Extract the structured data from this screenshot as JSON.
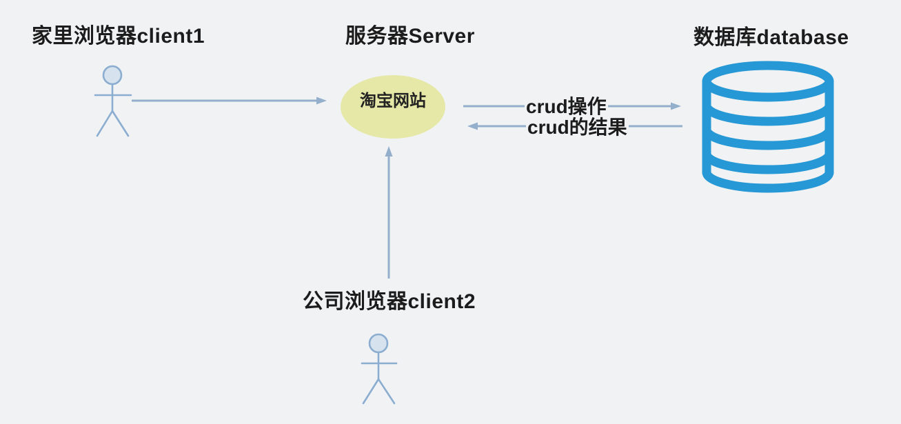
{
  "diagram": {
    "title": "client-server-database use case diagram",
    "background": "#f1f2f4",
    "colors": {
      "edge_arrow": "#93afcb",
      "actor_stroke": "#8badd0",
      "actor_head_fill": "#d6e2ee",
      "server_ellipse_fill": "#e5e8a6",
      "database_blue": "#2598d5",
      "label_text": "#1c1c1c"
    },
    "nodes": {
      "client1": {
        "label": "家里浏览器client1",
        "icon": "stick-figure-actor-icon"
      },
      "server": {
        "label": "服务器Server",
        "component": "淘宝网站",
        "shape": "ellipse"
      },
      "database": {
        "label": "数据库database",
        "icon": "database-cylinder-icon"
      },
      "client2": {
        "label": "公司浏览器client2",
        "icon": "stick-figure-actor-icon"
      }
    },
    "edges": [
      {
        "from": "client1",
        "to": "server",
        "label": ""
      },
      {
        "from": "server",
        "to": "database",
        "label": "crud操作"
      },
      {
        "from": "database",
        "to": "server",
        "label": "crud的结果"
      },
      {
        "from": "client2",
        "to": "server",
        "label": ""
      }
    ]
  }
}
